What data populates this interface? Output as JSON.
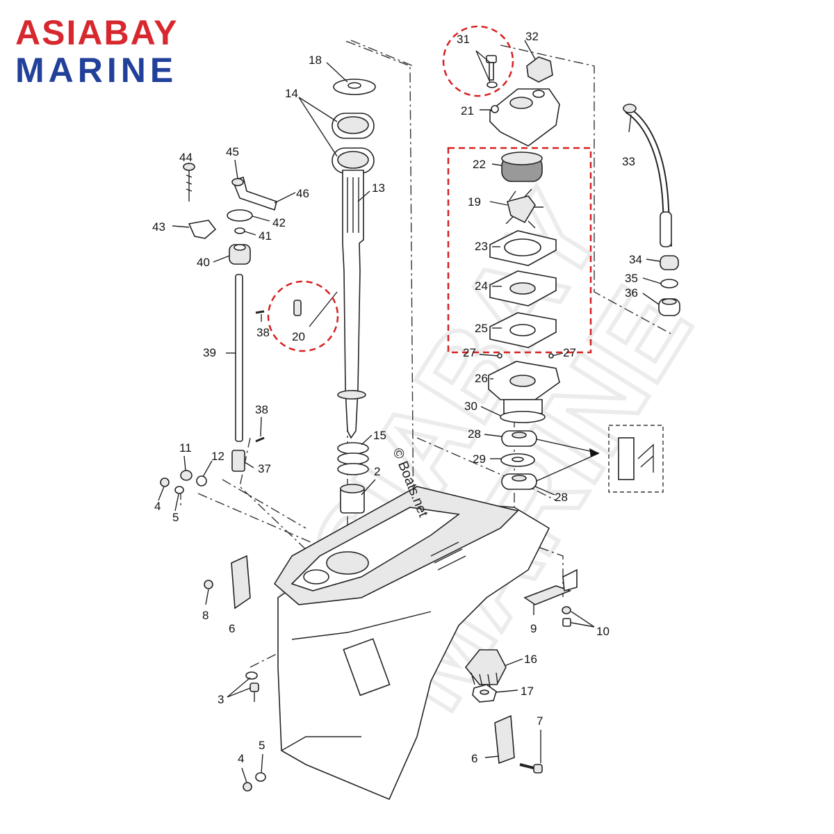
{
  "brand": {
    "line1": "ASIABAY",
    "line2": "MARINE",
    "color1": "#d7282f",
    "color2": "#21409a"
  },
  "watermark": {
    "line1": "ASIABAY",
    "line2": "MARINE"
  },
  "copyright": "© Boats.net",
  "highlight_color": "#d62020",
  "part_labels": [
    "2",
    "3",
    "4",
    "4",
    "5",
    "5",
    "6",
    "6",
    "7",
    "8",
    "9",
    "10",
    "11",
    "12",
    "13",
    "14",
    "15",
    "16",
    "17",
    "18",
    "19",
    "20",
    "21",
    "22",
    "23",
    "24",
    "25",
    "26",
    "27",
    "27",
    "28",
    "28",
    "29",
    "30",
    "31",
    "32",
    "33",
    "34",
    "35",
    "36",
    "37",
    "38",
    "38",
    "39",
    "40",
    "41",
    "42",
    "43",
    "44",
    "45",
    "46"
  ]
}
